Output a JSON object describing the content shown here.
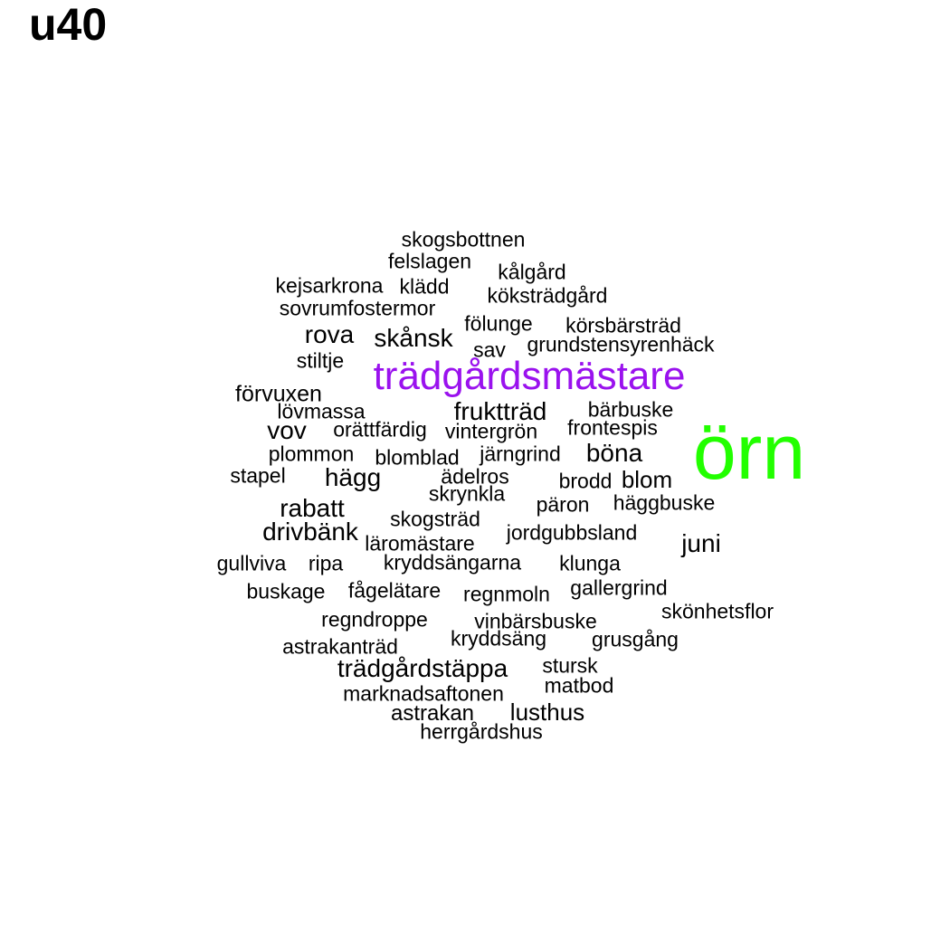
{
  "title": "u40",
  "words": [
    {
      "text": "örn",
      "weight": 10,
      "color": "#22ff00"
    },
    {
      "text": "trädgårdsmästare",
      "weight": 5,
      "color": "#9a12ee"
    },
    {
      "text": "skogsbottnen",
      "weight": 1,
      "color": "#000000"
    },
    {
      "text": "felslagen",
      "weight": 1,
      "color": "#000000"
    },
    {
      "text": "kålgård",
      "weight": 1,
      "color": "#000000"
    },
    {
      "text": "kejsarkrona",
      "weight": 1,
      "color": "#000000"
    },
    {
      "text": "klädd",
      "weight": 1,
      "color": "#000000"
    },
    {
      "text": "köksträdgård",
      "weight": 1,
      "color": "#000000"
    },
    {
      "text": "sovrumfostermor",
      "weight": 1,
      "color": "#000000"
    },
    {
      "text": "fölunge",
      "weight": 1,
      "color": "#000000"
    },
    {
      "text": "körsbärsträd",
      "weight": 1,
      "color": "#000000"
    },
    {
      "text": "rova",
      "weight": 2,
      "color": "#000000"
    },
    {
      "text": "skånsk",
      "weight": 2,
      "color": "#000000"
    },
    {
      "text": "sav",
      "weight": 1,
      "color": "#000000"
    },
    {
      "text": "grundstensyrenhäck",
      "weight": 1,
      "color": "#000000"
    },
    {
      "text": "stiltje",
      "weight": 1,
      "color": "#000000"
    },
    {
      "text": "förvuxen",
      "weight": 1,
      "color": "#000000"
    },
    {
      "text": "lövmassa",
      "weight": 1,
      "color": "#000000"
    },
    {
      "text": "fruktträd",
      "weight": 2,
      "color": "#000000"
    },
    {
      "text": "bärbuske",
      "weight": 1,
      "color": "#000000"
    },
    {
      "text": "vov",
      "weight": 2,
      "color": "#000000"
    },
    {
      "text": "orättfärdig",
      "weight": 1,
      "color": "#000000"
    },
    {
      "text": "vintergrön",
      "weight": 1,
      "color": "#000000"
    },
    {
      "text": "frontespis",
      "weight": 1,
      "color": "#000000"
    },
    {
      "text": "plommon",
      "weight": 1,
      "color": "#000000"
    },
    {
      "text": "blomblad",
      "weight": 1,
      "color": "#000000"
    },
    {
      "text": "järngrind",
      "weight": 1,
      "color": "#000000"
    },
    {
      "text": "böna",
      "weight": 2,
      "color": "#000000"
    },
    {
      "text": "stapel",
      "weight": 1,
      "color": "#000000"
    },
    {
      "text": "hägg",
      "weight": 2,
      "color": "#000000"
    },
    {
      "text": "ädelros",
      "weight": 1,
      "color": "#000000"
    },
    {
      "text": "brodd",
      "weight": 1,
      "color": "#000000"
    },
    {
      "text": "blom",
      "weight": 2,
      "color": "#000000"
    },
    {
      "text": "skrynkla",
      "weight": 1,
      "color": "#000000"
    },
    {
      "text": "rabatt",
      "weight": 2,
      "color": "#000000"
    },
    {
      "text": "päron",
      "weight": 1,
      "color": "#000000"
    },
    {
      "text": "häggbuske",
      "weight": 1,
      "color": "#000000"
    },
    {
      "text": "skogsträd",
      "weight": 1,
      "color": "#000000"
    },
    {
      "text": "drivbänk",
      "weight": 2,
      "color": "#000000"
    },
    {
      "text": "jordgubbsland",
      "weight": 1,
      "color": "#000000"
    },
    {
      "text": "juni",
      "weight": 2,
      "color": "#000000"
    },
    {
      "text": "läromästare",
      "weight": 1,
      "color": "#000000"
    },
    {
      "text": "gullviva",
      "weight": 1,
      "color": "#000000"
    },
    {
      "text": "ripa",
      "weight": 1,
      "color": "#000000"
    },
    {
      "text": "kryddsängarna",
      "weight": 1,
      "color": "#000000"
    },
    {
      "text": "klunga",
      "weight": 1,
      "color": "#000000"
    },
    {
      "text": "gallergrind",
      "weight": 1,
      "color": "#000000"
    },
    {
      "text": "buskage",
      "weight": 1,
      "color": "#000000"
    },
    {
      "text": "fågelätare",
      "weight": 1,
      "color": "#000000"
    },
    {
      "text": "regnmoln",
      "weight": 1,
      "color": "#000000"
    },
    {
      "text": "skönhetsflor",
      "weight": 1,
      "color": "#000000"
    },
    {
      "text": "regndroppe",
      "weight": 1,
      "color": "#000000"
    },
    {
      "text": "vinbärsbuske",
      "weight": 1,
      "color": "#000000"
    },
    {
      "text": "kryddsäng",
      "weight": 1,
      "color": "#000000"
    },
    {
      "text": "grusgång",
      "weight": 1,
      "color": "#000000"
    },
    {
      "text": "astrakanträd",
      "weight": 1,
      "color": "#000000"
    },
    {
      "text": "trädgårdstäppa",
      "weight": 2,
      "color": "#000000"
    },
    {
      "text": "stursk",
      "weight": 1,
      "color": "#000000"
    },
    {
      "text": "matbod",
      "weight": 1,
      "color": "#000000"
    },
    {
      "text": "marknadsaftonen",
      "weight": 1,
      "color": "#000000"
    },
    {
      "text": "astrakan",
      "weight": 1,
      "color": "#000000"
    },
    {
      "text": "lusthus",
      "weight": 2,
      "color": "#000000"
    },
    {
      "text": "herrgårdshus",
      "weight": 1,
      "color": "#000000"
    }
  ]
}
